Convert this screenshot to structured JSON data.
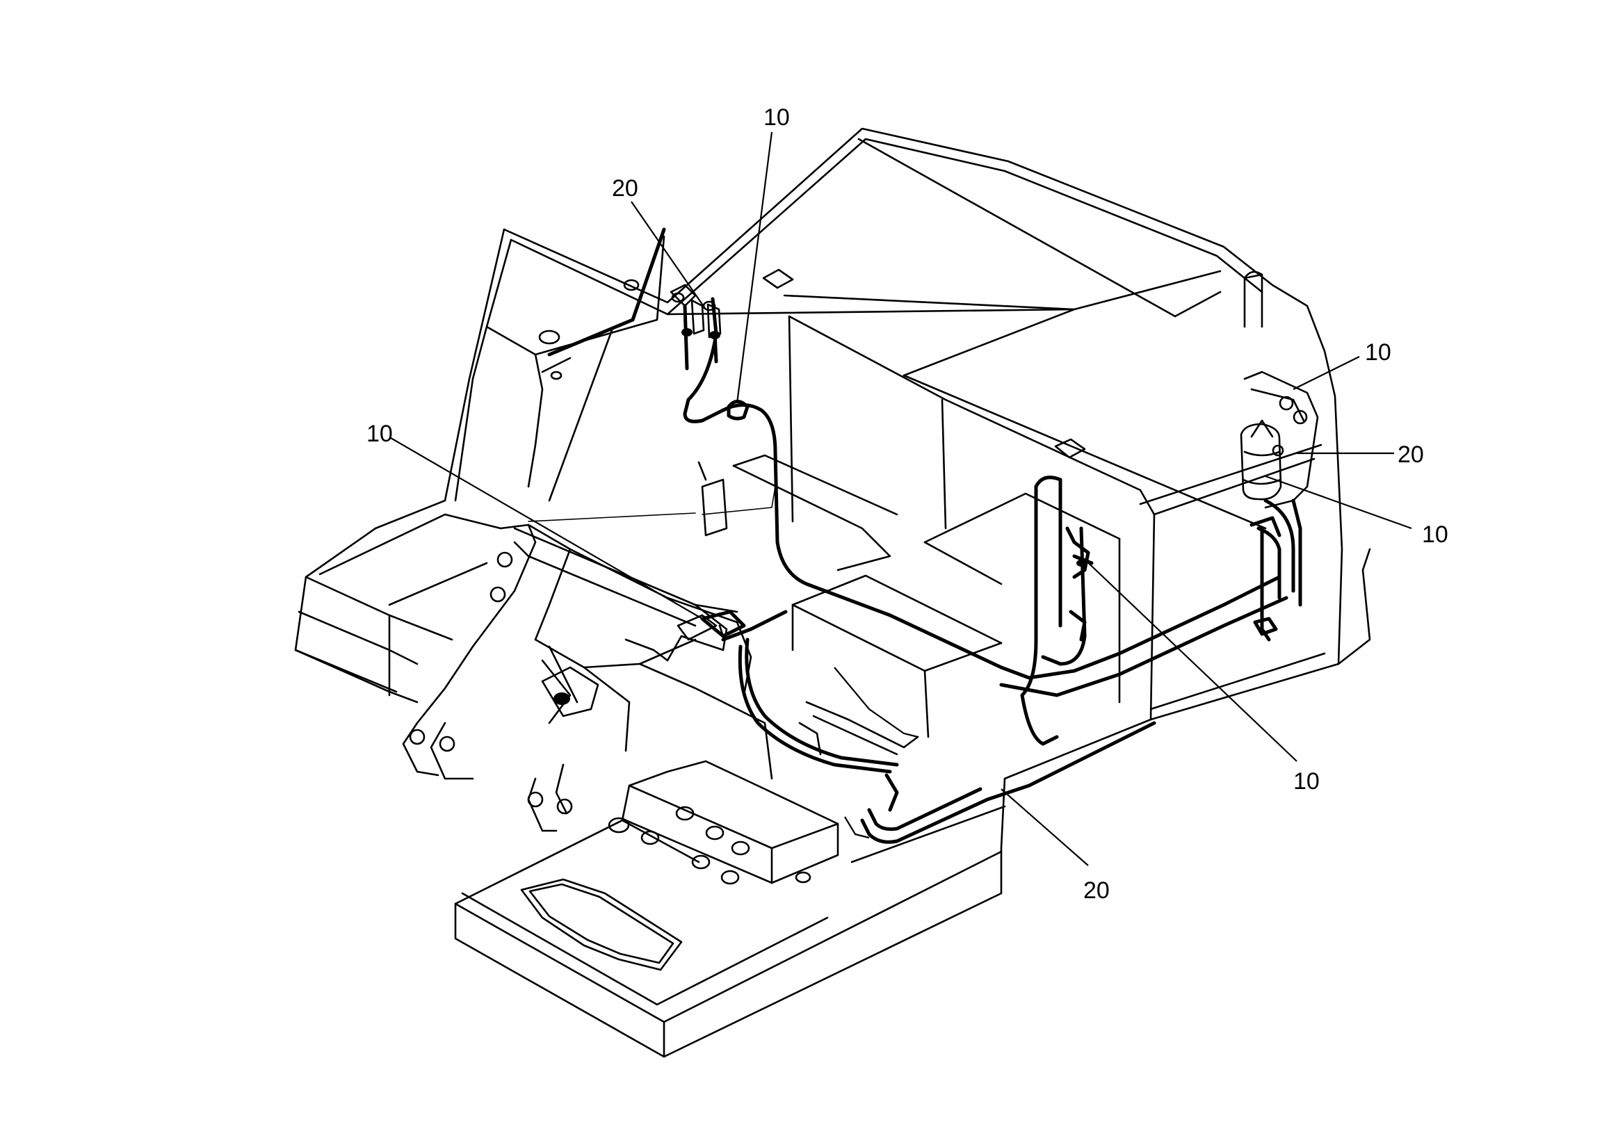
{
  "callouts": [
    {
      "id": "c1",
      "label": "10"
    },
    {
      "id": "c2",
      "label": "20"
    },
    {
      "id": "c3",
      "label": "10"
    },
    {
      "id": "c4",
      "label": "10"
    },
    {
      "id": "c5",
      "label": "20"
    },
    {
      "id": "c6",
      "label": "10"
    },
    {
      "id": "c7",
      "label": "10"
    },
    {
      "id": "c8",
      "label": "20"
    }
  ]
}
